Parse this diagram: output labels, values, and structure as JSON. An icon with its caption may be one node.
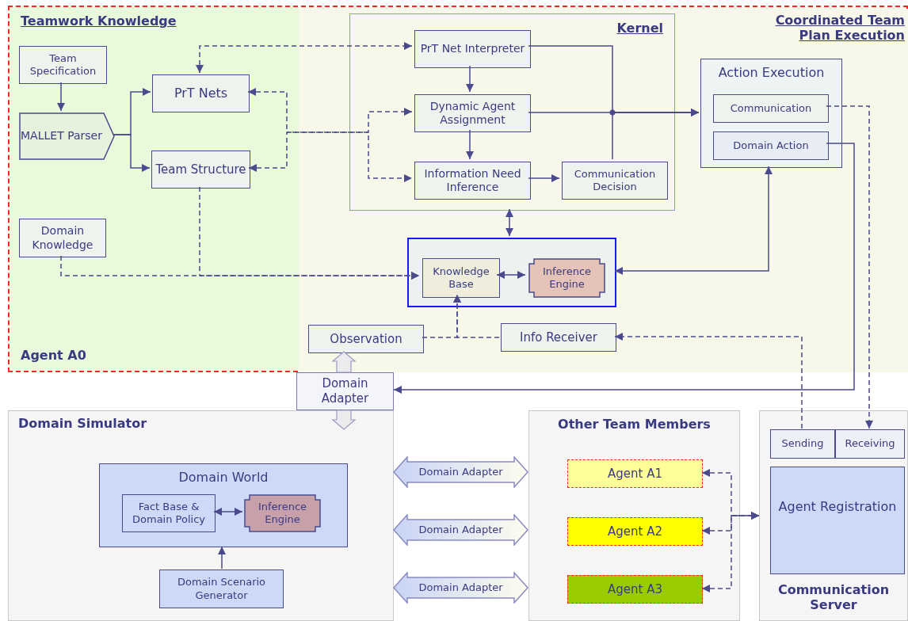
{
  "diagram": {
    "nodes": [
      {
        "text": [
          "Agent A0"
        ]
      },
      {
        "text": [
          "Teamwork Knowledge"
        ],
        "in": 0
      },
      {
        "text": [
          "Team Specification"
        ],
        "in": 1
      },
      {
        "text": [
          "MALLET Parser"
        ],
        "in": 1
      },
      {
        "text": [
          "PrT Nets"
        ],
        "in": 1
      },
      {
        "text": [
          "Team Structure"
        ],
        "in": 1
      },
      {
        "text": [
          "Domain Knowledge"
        ],
        "in": 1
      },
      {
        "text": [
          "Coordinated Team Plan Execution"
        ],
        "in": 0
      },
      {
        "text": [
          "Kernel"
        ],
        "in": 7
      },
      {
        "text": [
          "PrT Net Interpreter"
        ],
        "in": 8
      },
      {
        "text": [
          "Dynamic Agent Assignment"
        ],
        "in": 8
      },
      {
        "text": [
          "Information Need Inference"
        ],
        "in": 8
      },
      {
        "text": [
          "Communication Decision"
        ],
        "in": 8
      },
      {
        "text": [
          "Action Execution"
        ],
        "in": 7
      },
      {
        "text": [
          "Communication"
        ],
        "in": 13
      },
      {
        "text": [
          "Domain Action"
        ],
        "in": 13
      },
      {
        "text": [],
        "shape": "box",
        "in": 7
      },
      {
        "text": [
          "Knowledge Base"
        ],
        "in": 16
      },
      {
        "text": [
          "Inference Engine"
        ],
        "in": 16
      },
      {
        "text": [
          "Observation"
        ],
        "in": 7
      },
      {
        "text": [
          "Info Receiver"
        ],
        "in": 7
      },
      {
        "text": [
          "Domain Adapter"
        ]
      },
      {
        "text": [
          "Domain Simulator"
        ]
      },
      {
        "text": [
          "Domain World"
        ],
        "in": 22
      },
      {
        "text": [
          "Fact Base & Domain Policy"
        ],
        "in": 23
      },
      {
        "text": [
          "Inference Engine"
        ],
        "in": 23
      },
      {
        "text": [
          "Domain Scenario Generator"
        ],
        "in": 22
      },
      {
        "text": [
          "Other Team Members"
        ]
      },
      {
        "text": [
          "Agent A1"
        ],
        "in": 27
      },
      {
        "text": [
          "Agent A2"
        ],
        "in": 27
      },
      {
        "text": [
          "Agent A3"
        ],
        "in": 27
      },
      {
        "text": [
          "Communication Server"
        ]
      },
      {
        "text": [
          "Sending"
        ],
        "in": 31
      },
      {
        "text": [
          "Receiving"
        ],
        "in": 31
      },
      {
        "text": [
          "Agent Registration"
        ],
        "in": 31
      },
      {
        "text": [
          "Domain Adapter"
        ]
      },
      {
        "text": [
          "Domain Adapter"
        ]
      },
      {
        "text": [
          "Domain Adapter"
        ]
      }
    ],
    "edges": [
      {
        "from": 2,
        "to": 3,
        "arrow": "to"
      },
      {
        "from": 3,
        "to": 4,
        "arrow": "to"
      },
      {
        "from": 3,
        "to": 5,
        "arrow": "to"
      },
      {
        "from": 4,
        "to": 9,
        "arrow": "both",
        "style": "dashed"
      },
      {
        "from": 4,
        "to": 10,
        "arrow": "both",
        "style": "dashed"
      },
      {
        "from": 5,
        "to": 11,
        "arrow": "both",
        "style": "dashed"
      },
      {
        "from": 9,
        "to": 10,
        "arrow": "to"
      },
      {
        "from": 10,
        "to": 11,
        "arrow": "to"
      },
      {
        "from": 11,
        "to": 12,
        "arrow": "to"
      },
      {
        "from": 9,
        "to": 13,
        "arrow": "to"
      },
      {
        "from": 10,
        "to": 13,
        "arrow": "to"
      },
      {
        "from": 12,
        "to": 13,
        "arrow": "to"
      },
      {
        "from": 8,
        "to": 16,
        "arrow": "both"
      },
      {
        "from": 17,
        "to": 18,
        "arrow": "both"
      },
      {
        "from": 13,
        "to": 16,
        "arrow": "both"
      },
      {
        "from": 6,
        "to": 17,
        "arrow": "to",
        "style": "dashed"
      },
      {
        "from": 5,
        "to": 17,
        "arrow": "to",
        "style": "dashed"
      },
      {
        "from": 19,
        "to": 17,
        "arrow": "to",
        "style": "dashed"
      },
      {
        "from": 20,
        "to": 17,
        "arrow": "to",
        "style": "dashed"
      },
      {
        "from": 32,
        "to": 20,
        "arrow": "to",
        "style": "dashed"
      },
      {
        "from": 14,
        "to": 33,
        "arrow": "to",
        "style": "dashed"
      },
      {
        "from": 15,
        "to": 21,
        "arrow": "to"
      },
      {
        "from": 21,
        "to": 19,
        "arrow": "to",
        "style": "thick"
      },
      {
        "from": 21,
        "to": 22,
        "arrow": "to",
        "style": "thick"
      },
      {
        "from": 24,
        "to": 25,
        "arrow": "both"
      },
      {
        "from": 26,
        "to": 23,
        "arrow": "to"
      },
      {
        "from": 28,
        "to": 31,
        "arrow": "both",
        "style": "dashed"
      },
      {
        "from": 29,
        "to": 31,
        "arrow": "both",
        "style": "dashed"
      },
      {
        "from": 30,
        "to": 31,
        "arrow": "both",
        "style": "dashed"
      }
    ]
  }
}
